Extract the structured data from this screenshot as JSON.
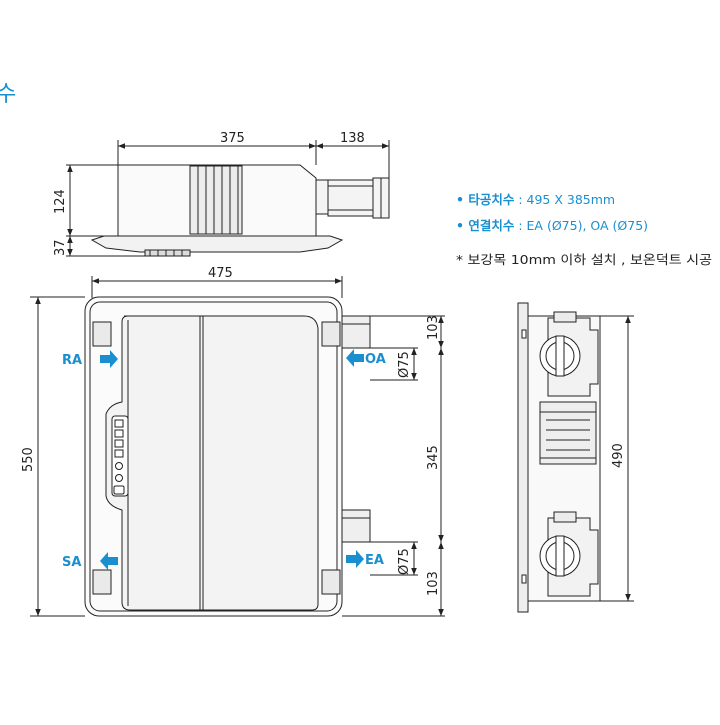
{
  "heading_fragment": "수",
  "dimensions": {
    "top_width": "375",
    "top_duct": "138",
    "side_height": "124",
    "flange_height": "37",
    "front_width": "475",
    "total_height": "550",
    "port_top_offset": "103",
    "port_spacing": "345",
    "port_bottom_offset": "103",
    "port_top_dia": "Ø75",
    "port_bottom_dia": "Ø75",
    "side_height_right": "490"
  },
  "flow_labels": {
    "ra": "RA",
    "sa": "SA",
    "oa": "OA",
    "ea": "EA"
  },
  "specs": [
    {
      "label": "타공치수",
      "sep": " : ",
      "value": "495 X 385mm"
    },
    {
      "label": "연결치수",
      "sep": " : ",
      "value": "EA (Ø75), OA (Ø75)"
    }
  ],
  "note": "* 보강목 10mm 이하 설치 , 보온덕트 시공",
  "colors": {
    "accent": "#1a8fd0",
    "line": "#222222",
    "panel": "#f2f2f2"
  }
}
